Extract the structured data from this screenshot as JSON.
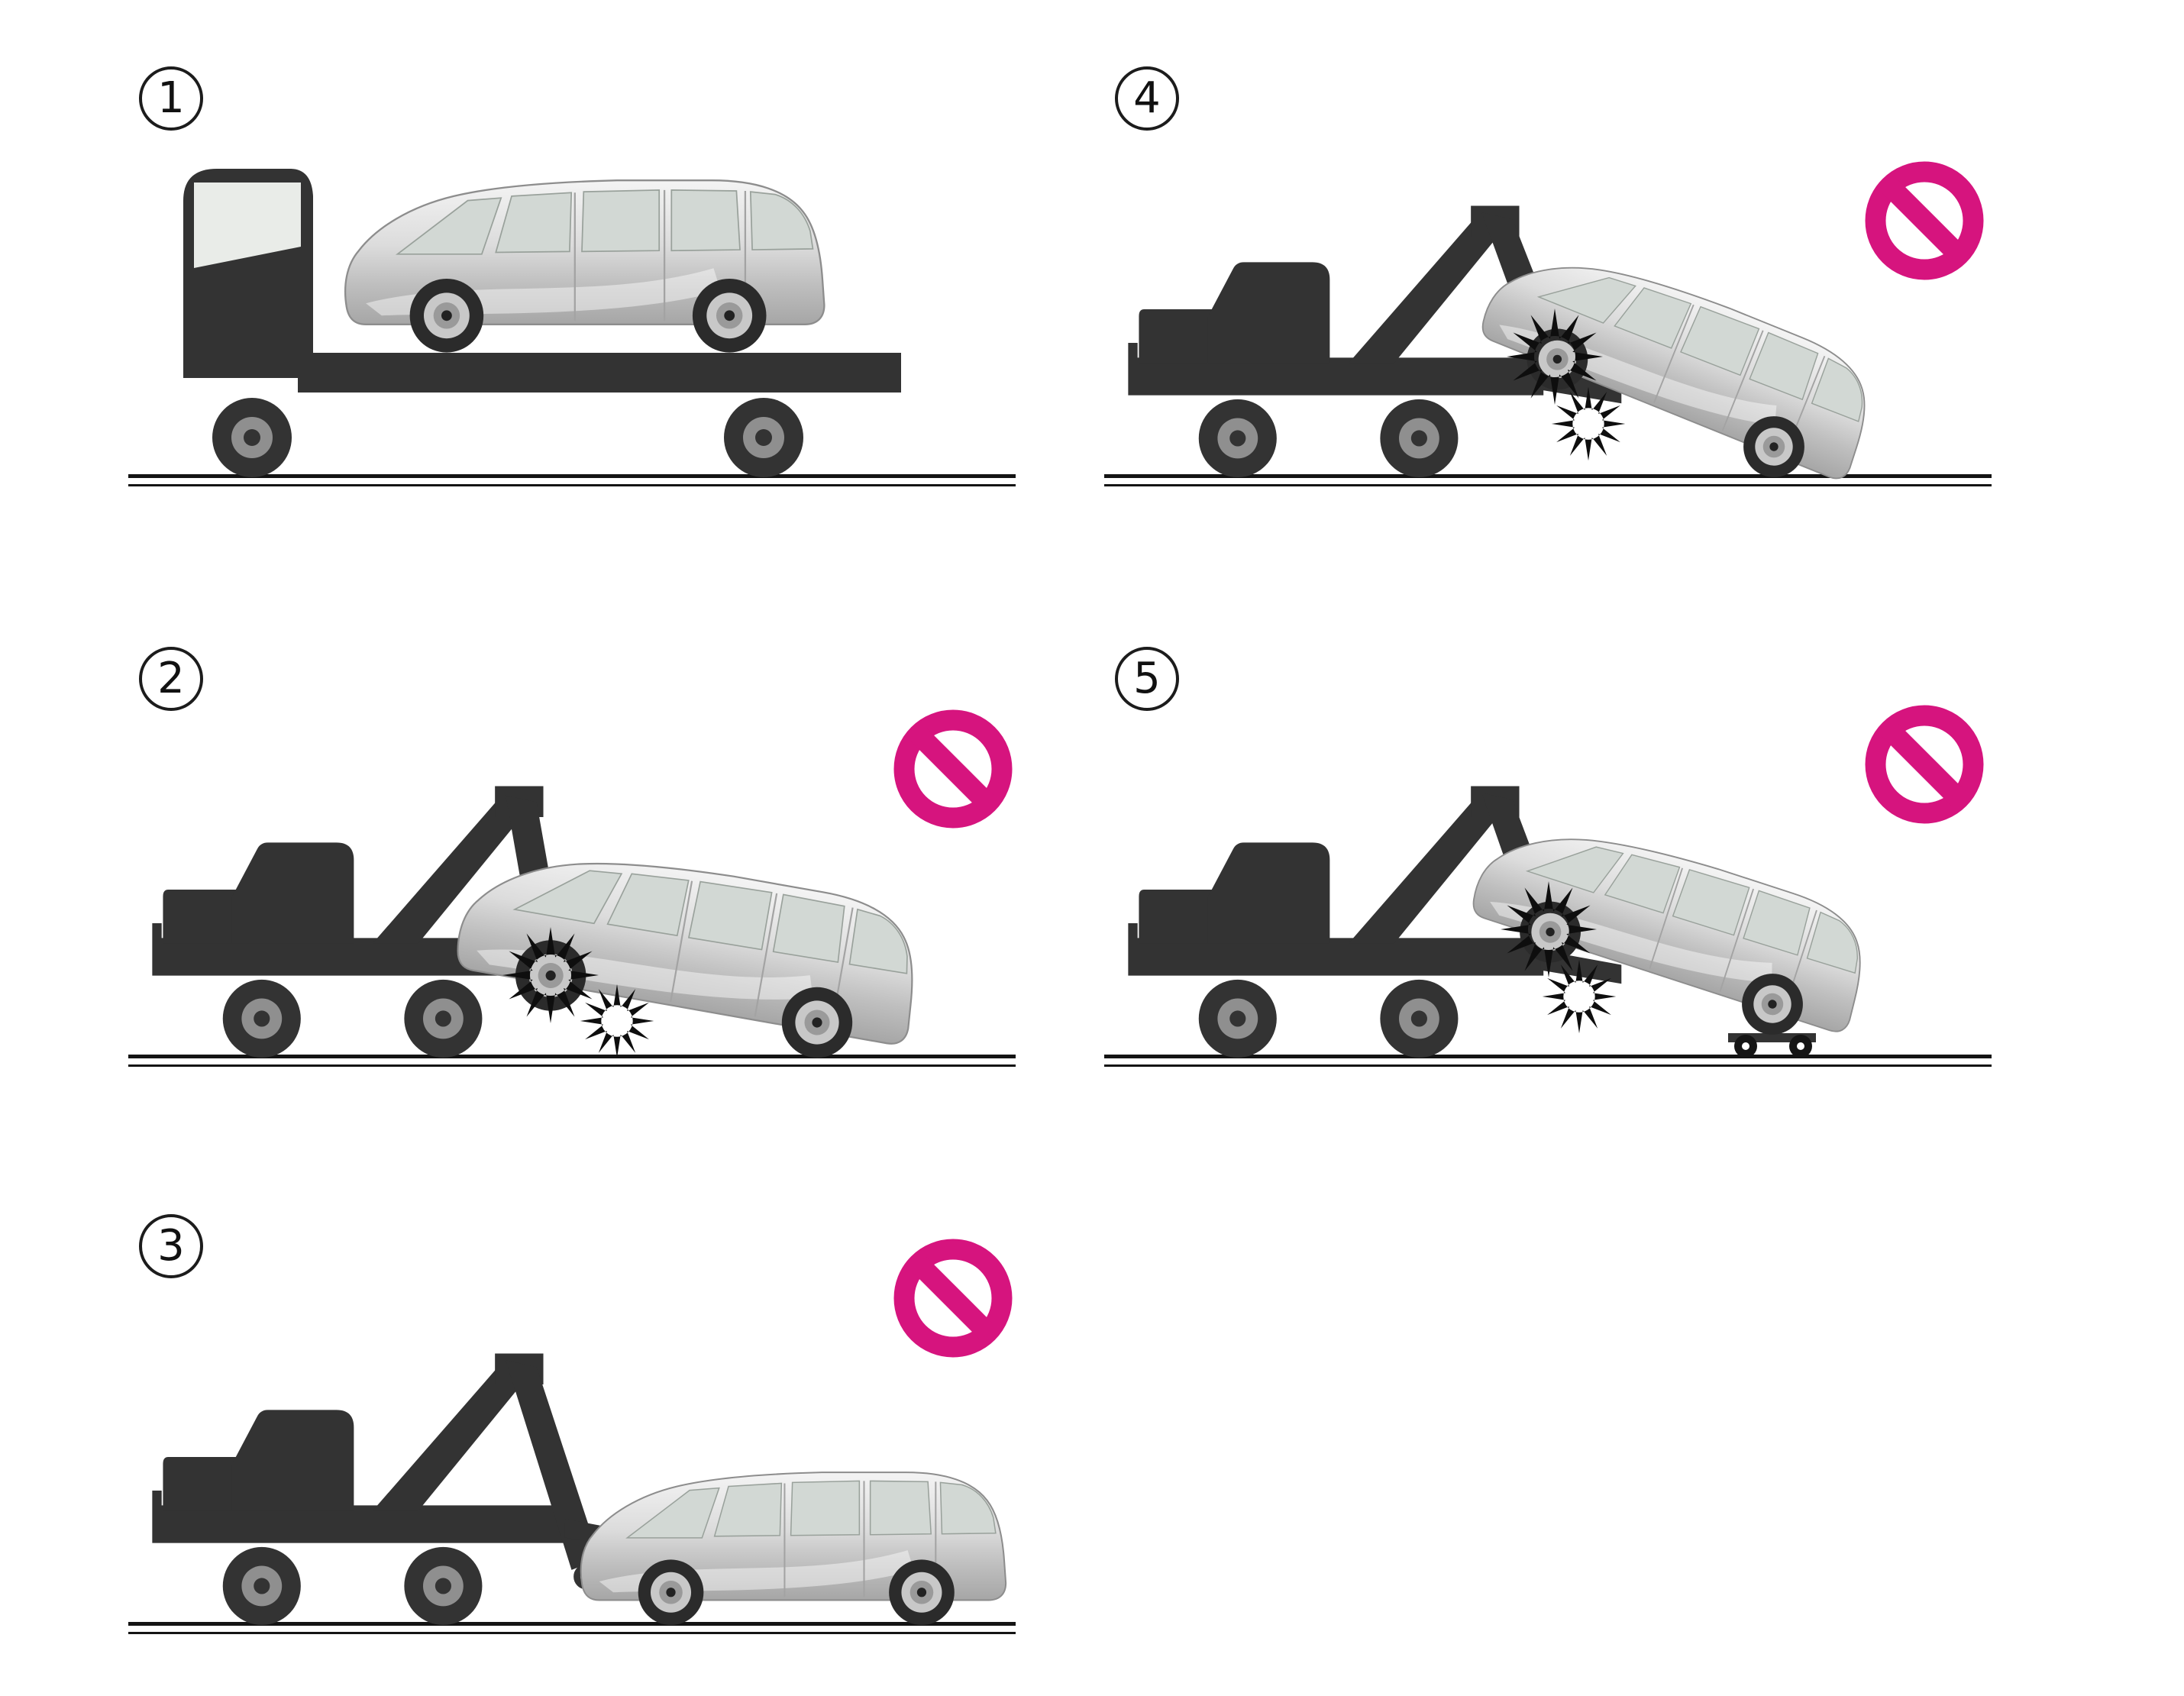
{
  "figure": {
    "type": "instructional-diagram",
    "subject": "vehicle-towing-methods",
    "panels": [
      {
        "number": "1",
        "illustration": "car-carried-on-flatbed-truck",
        "prohibited": false
      },
      {
        "number": "2",
        "illustration": "tow-truck-lifting-front-wheels-with-impact-sparks",
        "prohibited": true
      },
      {
        "number": "3",
        "illustration": "tow-truck-towing-car-all-wheels-on-ground",
        "prohibited": true
      },
      {
        "number": "4",
        "illustration": "tow-truck-lifting-front-steep-angle-with-impact-sparks",
        "prohibited": true
      },
      {
        "number": "5",
        "illustration": "tow-truck-lifting-front-rear-wheels-on-dolly-with-impact-sparks",
        "prohibited": true
      }
    ]
  },
  "colors": {
    "silhouette": "#333333",
    "prohibition_pink": "#d6147e",
    "ground_line": "#141414",
    "car_body_silver": "#d9d9d9",
    "background": "#ffffff"
  },
  "icons": {
    "prohibition": "no-sign-circle-slash",
    "impact": "crash-starburst",
    "panel_badge": "circled-number"
  }
}
